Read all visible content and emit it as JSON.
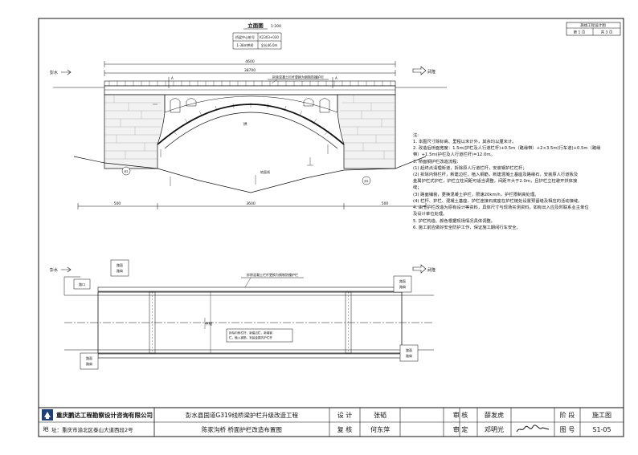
{
  "drawing": {
    "elevation_title": "立面图",
    "elevation_scale": "1:200",
    "station_label": "桥梁中心桩号",
    "station_value": "K2303+030",
    "span_label": "1-38m拱桥",
    "span_value": "全长46.0m",
    "total_length": "4600",
    "inner_length": "38700",
    "guardrail_label_top": "拆除混凝土栏杆更换为钢制防撞护栏",
    "guardrail_label_plan": "拆除混凝土栏杆更换为钢制防撞护栏",
    "dir_left": "彭水",
    "dir_right": "武隆",
    "dim_left": "500",
    "dim_mid": "3600",
    "dim_right": "500",
    "abut_left": "邓1",
    "abut_right": "邓1",
    "arch_label": "拱",
    "riverbed_label": "地面线",
    "box_a": "路面\n路肩",
    "box_b": "路面\n路肩",
    "plan_note": "拆除内侧栏杆，新建边栏，新增钢\n栏，植入钢筋，安装金属防护栏杆",
    "entrance_label": "路口",
    "axis_label": "中线"
  },
  "title_block_top": {
    "label": "施组工程设计图",
    "page": "第 1 页",
    "total": "共 3 页"
  },
  "notes": [
    "注:",
    "1. 本图尺寸除标高、里程以米计外，其余均以厘米计。",
    "2. 改造后桥面宽度：1.5m(护栏及人行道栏杆)+0.5m（路缘带）+2×3.5m(行车道)+0.5m（路缘",
    "   带）+1.5m(护栏及人行道栏杆)=12.0m。",
    "3. 桥面钢护栏改造流程:",
    "   (1) 起终点清理街道，拆除原人行道栏杆，安装钢护栏栏杆；",
    "   (2) 拆除内侧栏杆，新建边栏，植入钢筋，新建混凝土基座及路缘石，安装原人行道板及",
    "       金属护栏式护栏，护栏立柱间距可适当调整，间距不大于2.0m，且护栏立柱避开拱体接",
    "       缝；",
    "   (3) 路面铺装，更换混凝土护栏，限速20km/h，护栏限制高处理。",
    "   (4) 栏杆、护栏、混凝土基座、护栏连接石底座在护栏链处设置预留缝及相应的活动接缝。",
    "4. 由于护栏改造为原有设计等资料，具体尺寸与现场实测资料，如有出入应及时联系业主单位",
    "   及设计单位处理。",
    "5. 护栏构造、颜色根据现场情况具体调整。",
    "6. 施工前应做好安全防护工作，保证施工期间行车安全。"
  ],
  "title_block": {
    "company": "重庆鹏达工程勘察设计咨询有限公司",
    "address_label": "地",
    "address_value": "址：重庆市渝北区泰山大道西段2号",
    "project": "彭水县国道G319线桥梁护栏升级改造工程",
    "drawing_name": "陈家沟桥 桥面护栏改造布置图",
    "design_label": "设  计",
    "design_name": "张韬",
    "review_label": "复  核",
    "review_name": "何东萍",
    "audit_label": "审  核",
    "audit_name": "薛发虎",
    "approve_label": "审  定",
    "approve_name": "邓明光",
    "stage_label": "阶  段",
    "stage_value": "施工图",
    "figno_label": "图  号",
    "figno_value": "S1-05"
  }
}
